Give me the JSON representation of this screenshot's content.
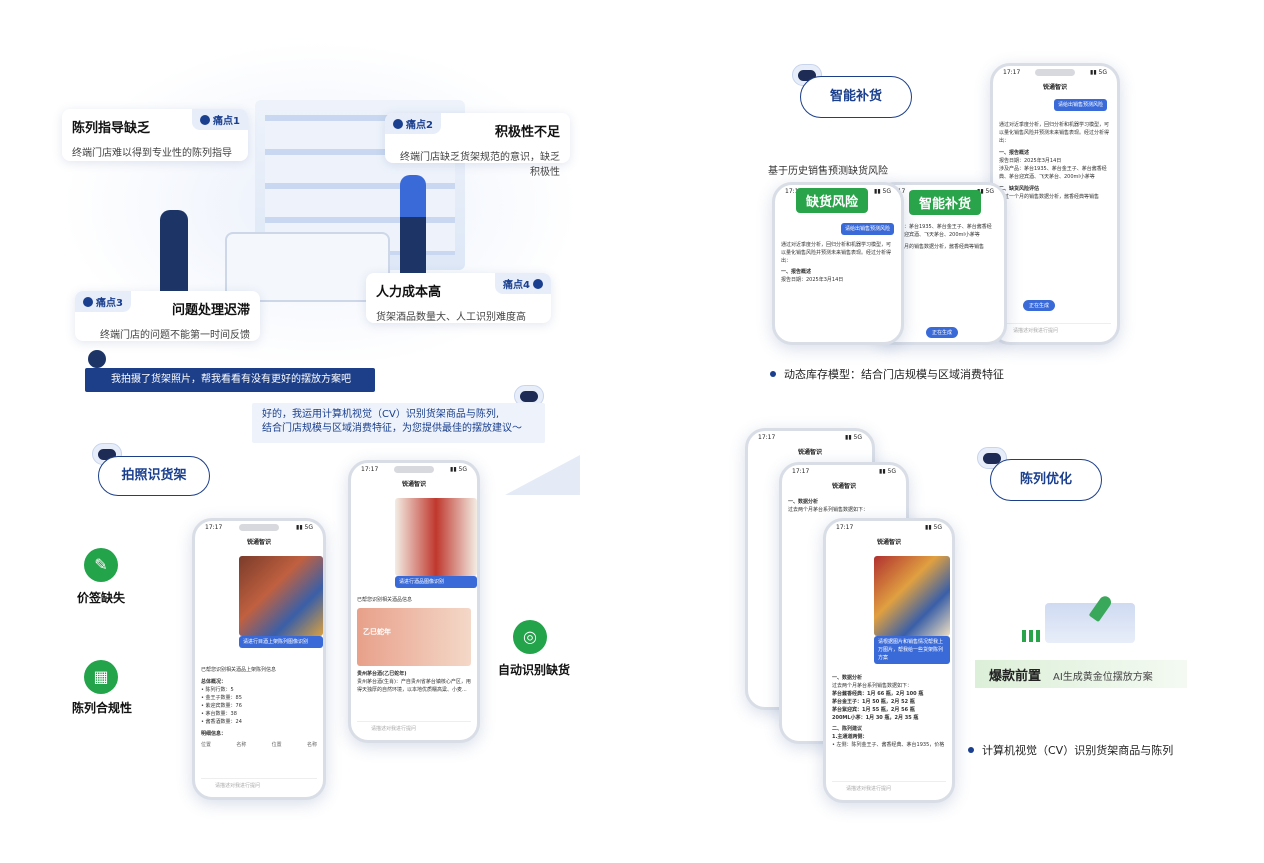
{
  "pain_points": [
    {
      "tag": "痛点1",
      "title": "陈列指导缺乏",
      "desc": "终端门店难以得到专业性的陈列指导"
    },
    {
      "tag": "痛点2",
      "title": "积极性不足",
      "desc": "终端门店缺乏货架规范的意识，缺乏积极性"
    },
    {
      "tag": "痛点3",
      "title": "问题处理迟滞",
      "desc": "终端门店的问题不能第一时间反馈"
    },
    {
      "tag": "痛点4",
      "title": "人力成本高",
      "desc": "货架酒品数量大、人工识别难度高"
    }
  ],
  "chat": {
    "user_msg": "我拍摄了货架照片，帮我看看有没有更好的摆放方案吧",
    "bot_msg_line1": "好的，我运用计算机视觉（CV）识别货架商品与陈列,",
    "bot_msg_line2": "结合门店规模与区域消费特征，为您提供最佳的摆放建议～"
  },
  "features": {
    "photo": "拍照识货架",
    "price_tag": "价签缺失",
    "compliance": "陈列合规性",
    "auto_detect": "自动识别缺货",
    "replenish": "智能补货",
    "replenish_sub": "基于历史销售预测缺货风险",
    "risk": "缺货风险",
    "replenish_btn": "智能补货",
    "inventory_point": "动态库存模型：结合门店规模与区域消费特征",
    "display": "陈列优化",
    "hot_title": "爆款前置",
    "hot_desc": "AI生成黄金位摆放方案",
    "cv_point": "计算机视觉（CV）识别货架商品与陈列"
  },
  "phone_common": {
    "time": "17:17",
    "app": "锐通智识",
    "input_placeholder": "请描述对我进行提问",
    "generating": "正在生成"
  },
  "phone1": {
    "img_caption": "请进行目酒上架陈列图像识别",
    "intro": "已帮您识别相关酒品上架陈列信息",
    "overview": "总体概况：",
    "lines": [
      "• 陈列行数：5",
      "• 金王子数量：85",
      "• 紫迎宾数量：76",
      "• 茅台数量：38",
      "• 酱香酒数量：24"
    ],
    "detail": "明细信息：",
    "cols": [
      "位置",
      "名称",
      "位置",
      "名称"
    ]
  },
  "phone2": {
    "img_caption": "请进行酒品图像识别",
    "intro": "已帮您识别相关酒品信息",
    "card_text": "乙巳蛇年",
    "name": "贵州茅台酒(乙巳蛇年)",
    "desc": "贵州茅台酒(生肖)：产自贵州省茅台镇核心产区，用得天独厚的自然环境，以本地优质糯高粱、小麦..."
  },
  "phone3": {
    "btn": "请给出销售预测风险",
    "intro": "通过对近季度分析，回归分析和机器学习模型，可以量化销售风险并预测未来销售表现。经过分析得出：",
    "h1": "一、报告概述",
    "l1": "报告日期：2025年3月14日",
    "l2": "涉及产品：茅台1935、茅台金王子、茅台酱香经典、茅台迎宾酒、飞天茅台、200ml小茅等",
    "h2": "二、缺货风险评估",
    "l3": "经过一个月的销售数据分析，酱香经典等销售"
  },
  "phone5": {
    "h1": "一、数据分析",
    "l0": "过去两个月茅台系列销售数据如下：",
    "lines": [
      "茅台酱香经典：1月 66 瓶，2月 100 瓶",
      "茅台金王子：1月 50 瓶，2月 52 瓶",
      "茅台紫迎宾：1月 55 瓶，2月 56 瓶",
      "200ML小茅：1月 30 瓶，2月 35 瓶"
    ],
    "h2": "二、陈列建议",
    "s1": "1.主通道两侧：",
    "s1d": "• 左侧：陈列金王子、酱香经典、茅台1935，价格",
    "caption": "请根据图片和销售情况帮我上万图片，帮我给一些货架陈列方案"
  }
}
